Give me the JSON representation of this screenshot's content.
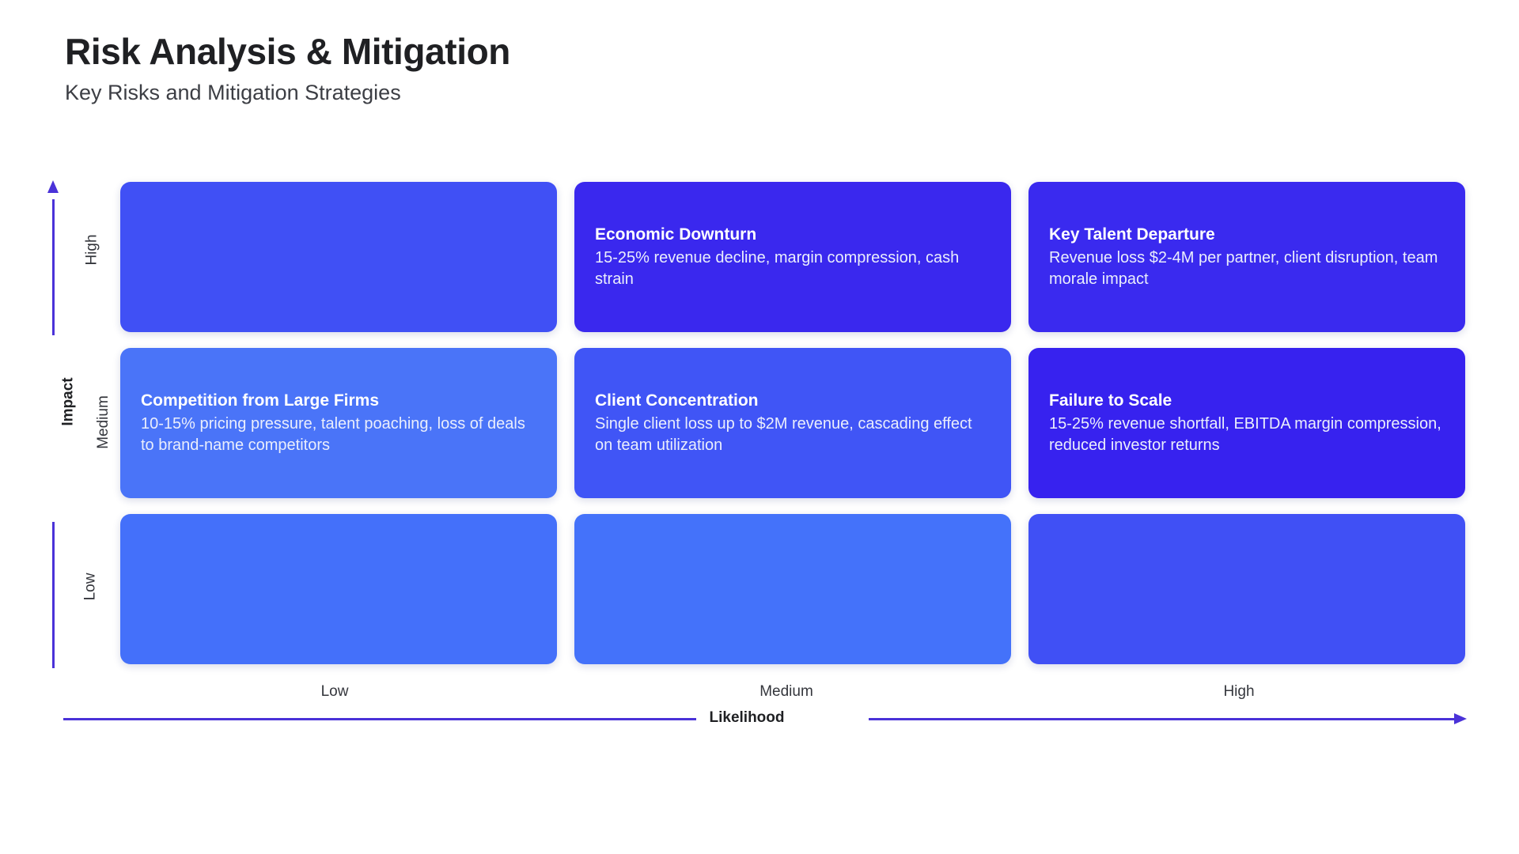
{
  "header": {
    "title": "Risk Analysis & Mitigation",
    "subtitle": "Key Risks and Mitigation Strategies"
  },
  "axes": {
    "y_title": "Impact",
    "x_title": "Likelihood",
    "y_ticks": [
      "High",
      "Medium",
      "Low"
    ],
    "x_ticks": [
      "Low",
      "Medium",
      "High"
    ],
    "axis_color": "#4a32d8"
  },
  "chart_data": {
    "type": "heatmap",
    "title": "Risk Analysis & Mitigation",
    "subtitle": "Key Risks and Mitigation Strategies",
    "xlabel": "Likelihood",
    "ylabel": "Impact",
    "x_categories": [
      "Low",
      "Medium",
      "High"
    ],
    "y_categories": [
      "High",
      "Medium",
      "Low"
    ],
    "grid": false,
    "legend": "none",
    "cells": [
      {
        "row": "High",
        "col": "Low",
        "title": "",
        "desc": "",
        "empty": true,
        "color": "#4050f5"
      },
      {
        "row": "High",
        "col": "Medium",
        "title": "Economic Downturn",
        "desc": "15-25% revenue decline, margin compression, cash strain",
        "empty": false,
        "color": "#3a28ee"
      },
      {
        "row": "High",
        "col": "High",
        "title": "Key Talent Departure",
        "desc": "Revenue loss $2-4M per partner, client disruption, team morale impact",
        "empty": false,
        "color": "#3a2aef"
      },
      {
        "row": "Medium",
        "col": "Low",
        "title": "Competition from Large Firms",
        "desc": "10-15% pricing pressure, talent poaching, loss of deals to brand-name competitors",
        "empty": false,
        "color": "#4a74f8"
      },
      {
        "row": "Medium",
        "col": "Medium",
        "title": "Client Concentration",
        "desc": "Single client loss up to $2M revenue, cascading effect on team utilization",
        "empty": false,
        "color": "#4055f6"
      },
      {
        "row": "Medium",
        "col": "High",
        "title": "Failure to Scale",
        "desc": "15-25% revenue shortfall, EBITDA margin compression, reduced investor returns",
        "empty": false,
        "color": "#3722ef"
      },
      {
        "row": "Low",
        "col": "Low",
        "title": "",
        "desc": "",
        "empty": true,
        "color": "#4470fa"
      },
      {
        "row": "Low",
        "col": "Medium",
        "title": "",
        "desc": "",
        "empty": true,
        "color": "#4472fa"
      },
      {
        "row": "Low",
        "col": "High",
        "title": "",
        "desc": "",
        "empty": true,
        "color": "#4050f5"
      }
    ]
  }
}
